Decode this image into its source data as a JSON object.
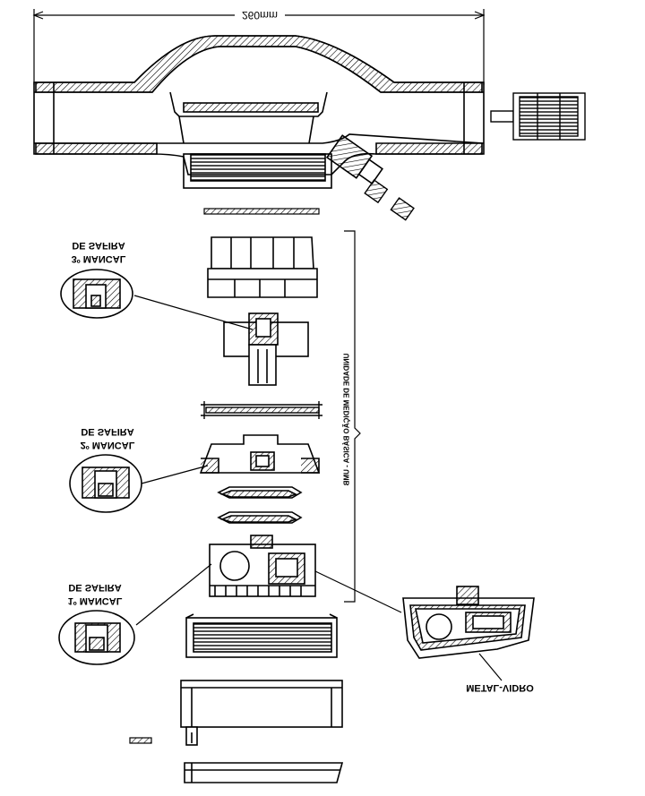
{
  "dimension": {
    "label": "260mm"
  },
  "labels": {
    "bearing_3": {
      "line1": "3º MANCAL",
      "line2": "DE SAFIRA"
    },
    "bearing_2": {
      "line1": "2º MANCAL",
      "line2": "DE SAFIRA"
    },
    "bearing_1": {
      "line1": "1º MANCAL",
      "line2": "DE SAFIRA"
    },
    "measuring_unit": "UNIDADE DE MEDIÇÃO BÁSICA - UMB",
    "register": "METAL-VIDRO"
  },
  "colors": {
    "ink": "#000000",
    "paper": "#ffffff",
    "hatch": "#000000"
  }
}
